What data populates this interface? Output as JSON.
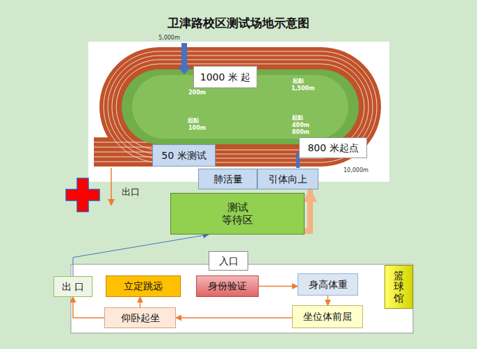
{
  "diagram": {
    "title": "卫津路校区测试场地示意图",
    "nodes": [
      {
        "text": [
          "1000 米 起"
        ]
      },
      {
        "text": [
          "800 米起点"
        ]
      },
      {
        "text": [
          "50 米测试"
        ]
      },
      {
        "text": [
          "肺活量"
        ]
      },
      {
        "text": [
          "引体向上"
        ]
      },
      {
        "text": [
          "测试 等待区"
        ]
      },
      {
        "text": [
          "入口"
        ]
      },
      {
        "text": [
          "出 口"
        ]
      },
      {
        "text": [
          "立定跳远"
        ]
      },
      {
        "text": [
          "身份验证"
        ]
      },
      {
        "text": [
          "身高体重"
        ]
      },
      {
        "text": [
          "篮球馆"
        ]
      },
      {
        "text": [
          "仰卧起坐"
        ]
      },
      {
        "text": [
          "坐位体前屈"
        ]
      }
    ],
    "edges": [
      {
        "from": 9,
        "to": 10,
        "arrow": "to"
      },
      {
        "from": 10,
        "to": 13,
        "arrow": "to"
      },
      {
        "from": 13,
        "to": 12,
        "arrow": "to"
      },
      {
        "from": 12,
        "to": 8,
        "arrow": "to"
      },
      {
        "from": 12,
        "to": 7,
        "arrow": "to"
      },
      {
        "from": 7,
        "to": 5,
        "arrow": "to"
      },
      {
        "from": 5,
        "to": 4,
        "arrow": "to"
      }
    ],
    "labels": [
      "5,000m",
      "200m",
      "起點",
      "1,500m",
      "起點",
      "100m",
      "起點",
      "400m",
      "800m",
      "10,000m",
      "出口"
    ]
  }
}
